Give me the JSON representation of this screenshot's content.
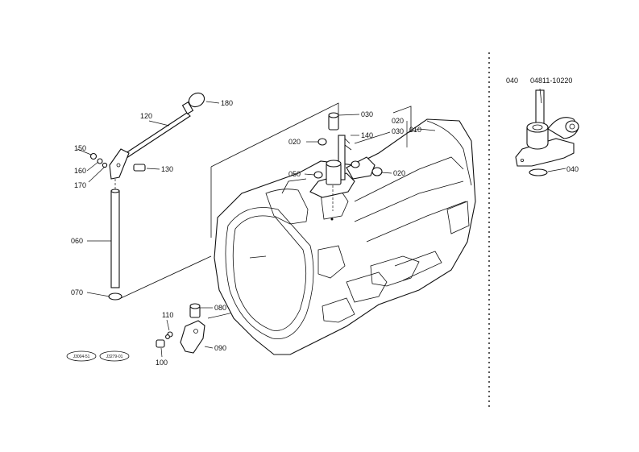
{
  "inset": {
    "callout": "040",
    "part_no": "04811-10220"
  },
  "callouts": {
    "c010": "010",
    "c020a": "020",
    "c020b": "020",
    "c020c": "020",
    "c030a": "030",
    "c030b": "030",
    "c040": "040",
    "c050": "050",
    "c060": "060",
    "c070": "070",
    "c080": "080",
    "c090": "090",
    "c100": "100",
    "c110": "110",
    "c120": "120",
    "c130": "130",
    "c140": "140",
    "c150": "150",
    "c160": "160",
    "c170": "170",
    "c180": "180"
  },
  "badges": [
    "J3004-51",
    "J3279-01"
  ],
  "colors": {
    "ink": "#111111",
    "paper": "#ffffff"
  }
}
